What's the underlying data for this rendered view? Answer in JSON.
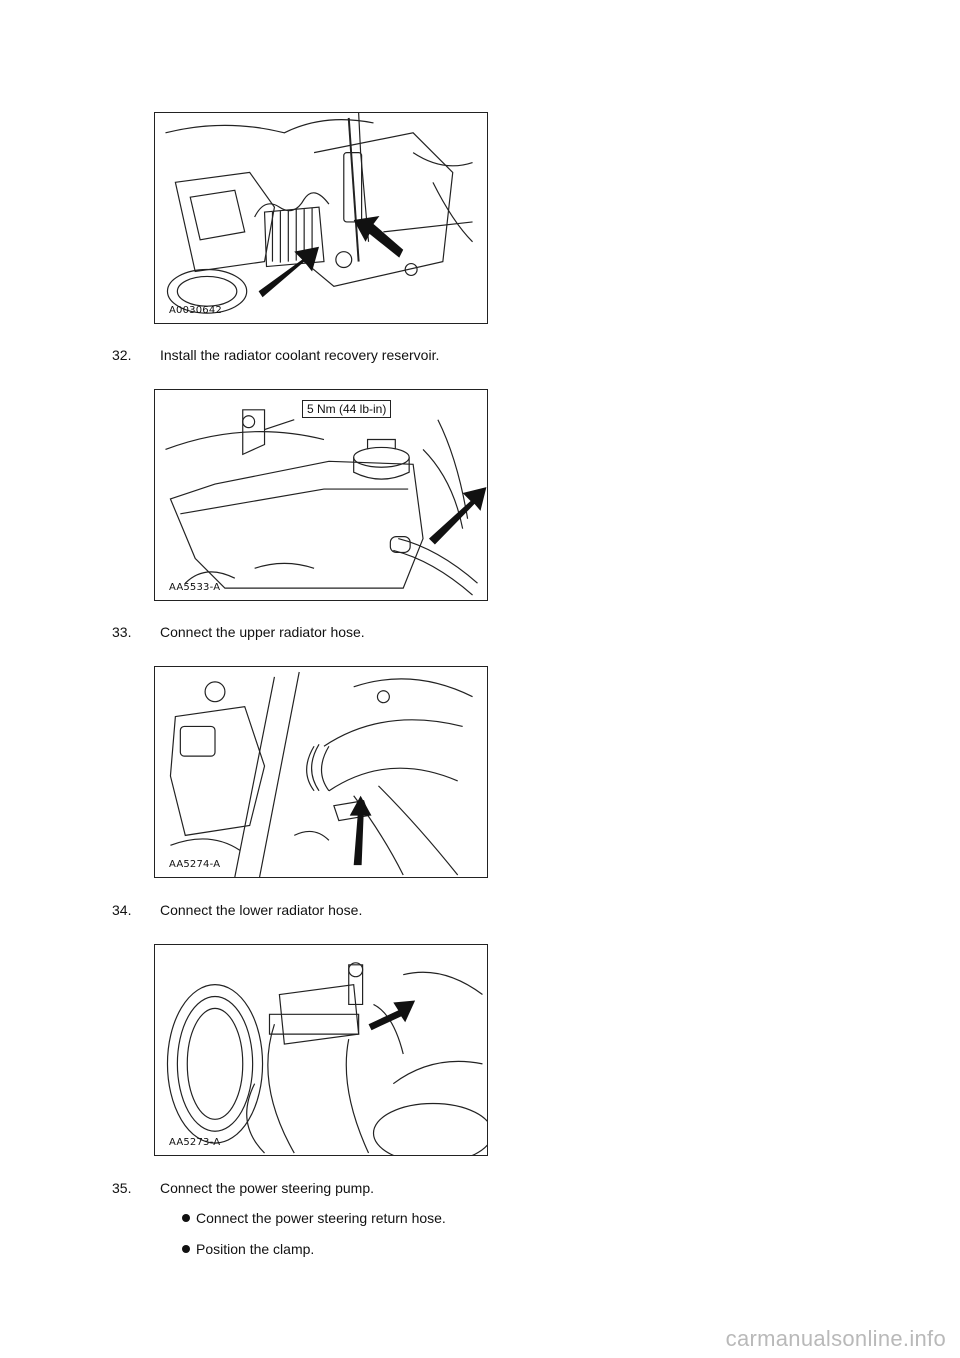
{
  "figures": [
    {
      "code": "A0030642"
    },
    {
      "code": "AA5533-A",
      "callout": "5 Nm (44 lb-in)"
    },
    {
      "code": "AA5274-A"
    },
    {
      "code": "AA5273-A"
    }
  ],
  "steps": [
    {
      "number": "32.",
      "text": "Install the radiator coolant recovery reservoir."
    },
    {
      "number": "33.",
      "text": "Connect the upper radiator hose."
    },
    {
      "number": "34.",
      "text": "Connect the lower radiator hose."
    },
    {
      "number": "35.",
      "text": "Connect the power steering pump."
    }
  ],
  "bullets": [
    "Connect the power steering return hose.",
    "Position the clamp."
  ],
  "watermark": "carmanualsonline.info"
}
